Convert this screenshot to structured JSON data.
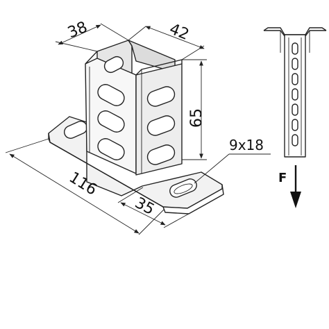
{
  "diagram": {
    "dimensions": {
      "top_depth": "38",
      "top_width": "42",
      "height": "65",
      "base_length": "116",
      "base_width": "35",
      "slot_size": "9x18"
    },
    "force_label": "F"
  }
}
